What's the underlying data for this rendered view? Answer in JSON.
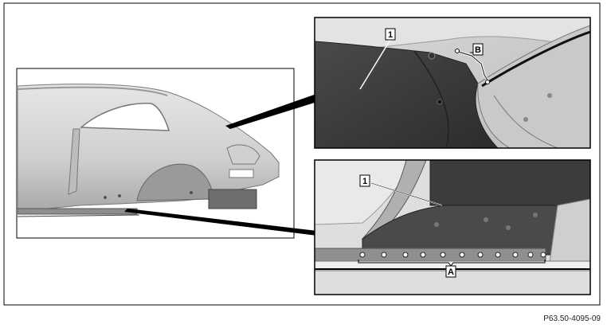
{
  "callouts": {
    "top_part": "1",
    "top_b": "B",
    "bottom_part": "1",
    "bottom_a": "A"
  },
  "figure_id": "P63.50-4095-09"
}
